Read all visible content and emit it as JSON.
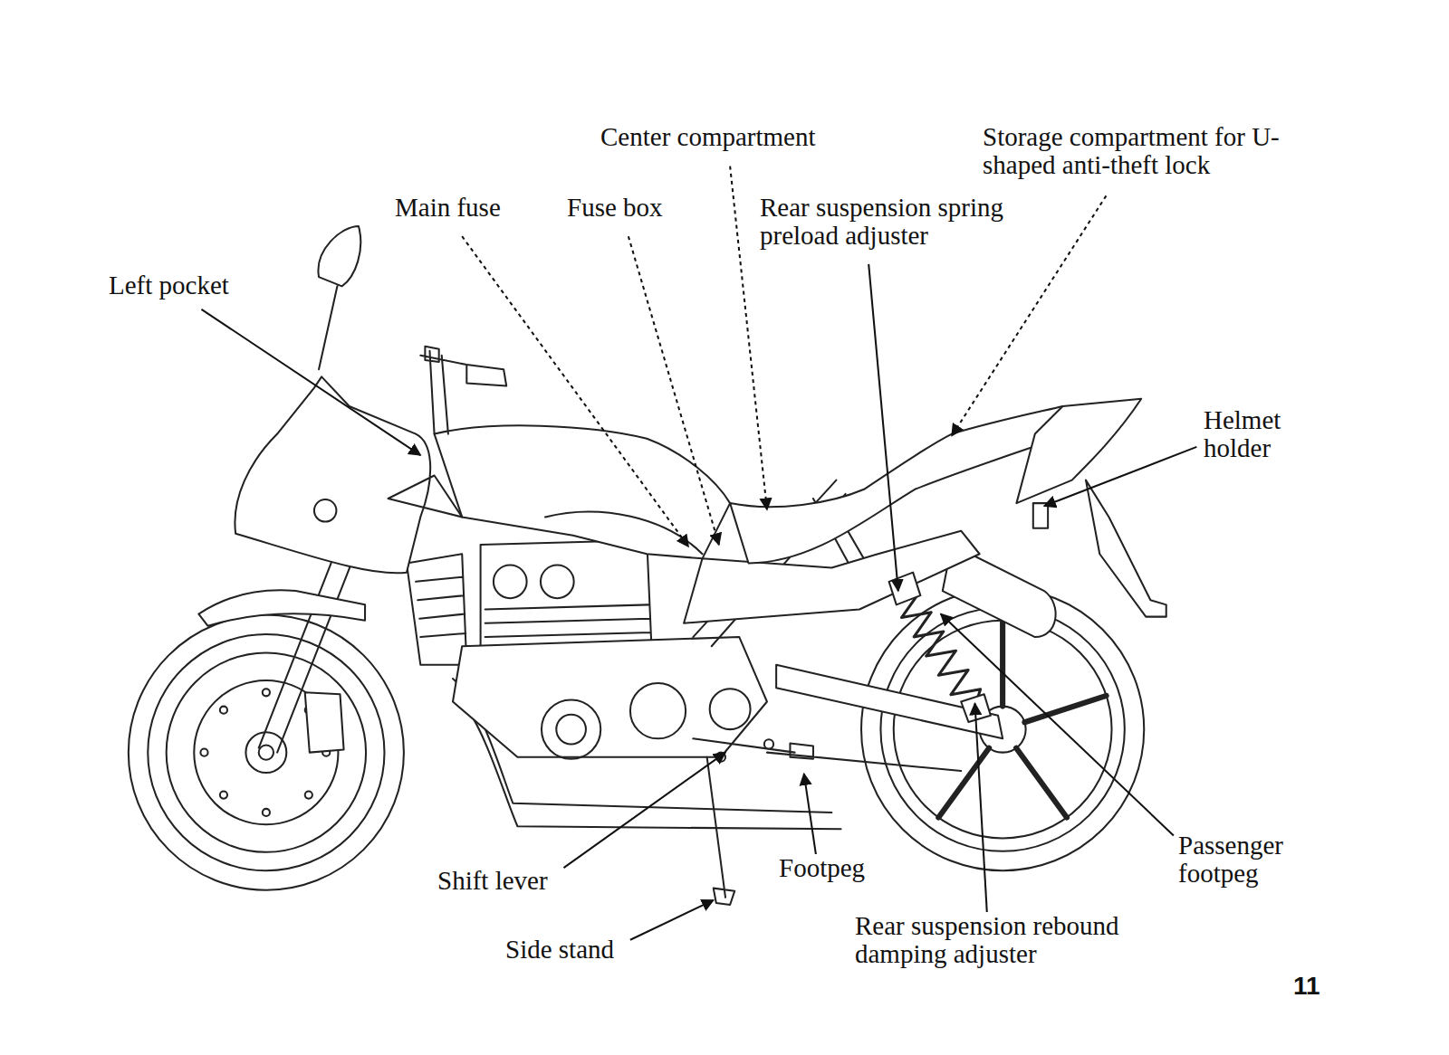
{
  "diagram": {
    "labels": [
      "Center compartment",
      "Storage compartment for U-shaped anti-theft lock",
      "Main fuse",
      "Fuse box",
      "Rear suspension spring preload adjuster",
      "Left pocket",
      "Helmet holder",
      "Passenger footpeg",
      "Footpeg",
      "Shift lever",
      "Side stand",
      "Rear suspension rebound damping adjuster",
      "11"
    ]
  }
}
